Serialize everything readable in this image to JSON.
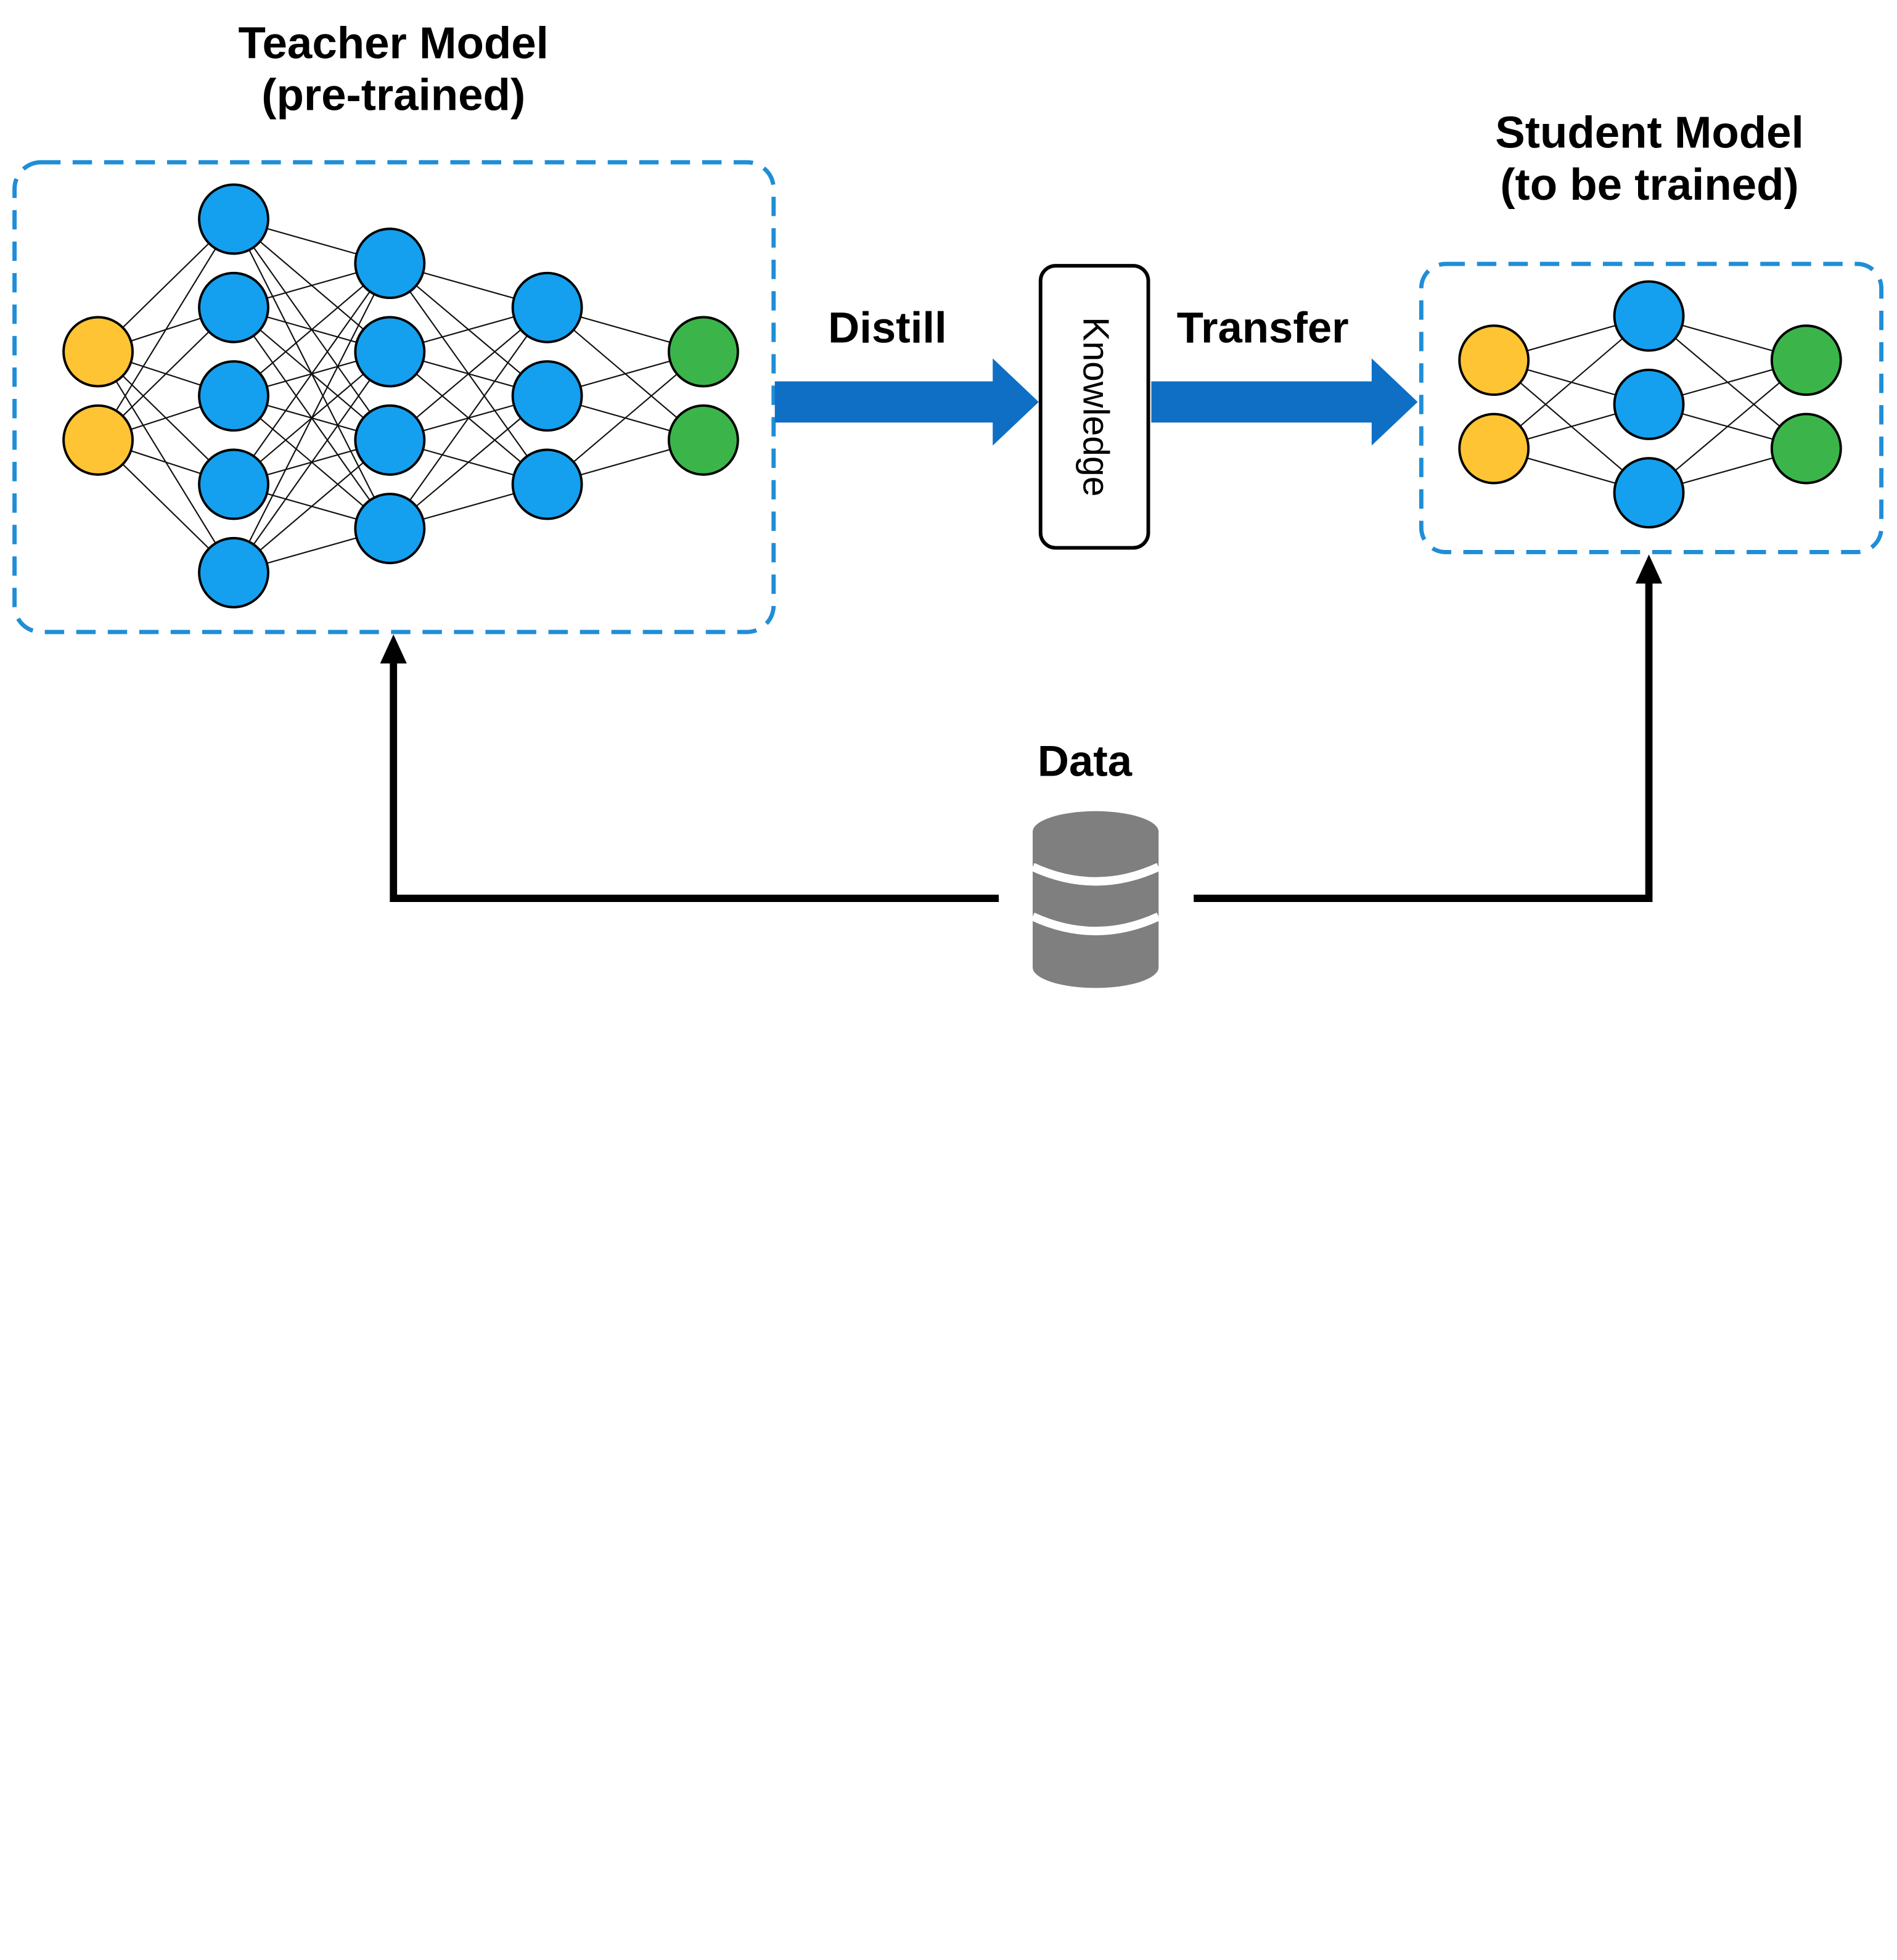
{
  "teacher": {
    "title_line1": "Teacher Model",
    "title_line2": "(pre-trained)",
    "layers": [
      2,
      5,
      4,
      3,
      2
    ]
  },
  "student": {
    "title_line1": "Student Model",
    "title_line2": "(to be trained)",
    "layers": [
      2,
      3,
      2
    ]
  },
  "arrows": {
    "distill_label": "Distill",
    "transfer_label": "Transfer"
  },
  "knowledge_label": "Knowledge",
  "data_label": "Data",
  "colors": {
    "input_node": "#FFC433",
    "hidden_node": "#14A0EE",
    "output_node": "#3BB54A",
    "box_border": "#1F8ED6",
    "arrow_blue": "#0E6FC4",
    "database": "#7F7F7F"
  }
}
